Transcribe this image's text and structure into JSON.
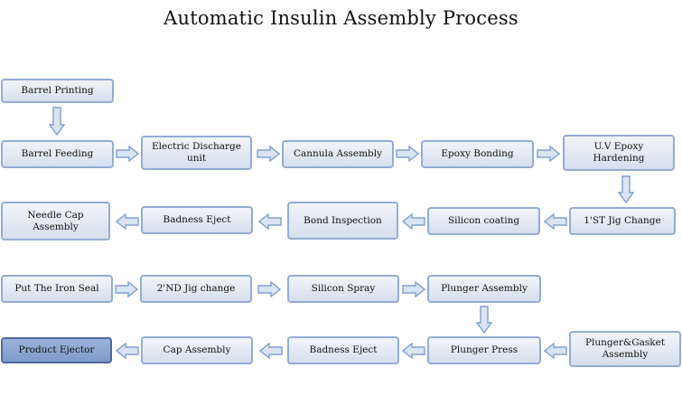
{
  "title": "Automatic Insulin Assembly Process",
  "colors": {
    "box_fill_top": "#f1f5fa",
    "box_fill_bottom": "#d5dfee",
    "box_border": "#93acd3",
    "arrow_fill": "#dae5f3",
    "arrow_stroke": "#7f9fd0",
    "highlight_fill": "#8fa8d6"
  },
  "steps": {
    "barrel_printing": "Barrel Printing",
    "barrel_feeding": "Barrel Feeding",
    "electric_discharge_unit": "Electric Discharge\nunit",
    "cannula_assembly": "Cannula Assembly",
    "epoxy_bonding": "Epoxy Bonding",
    "uv_epoxy_hardening": "U.V Epoxy\nHardening",
    "first_jig_change": "1'ST Jig Change",
    "silicon_coating": "Silicon coating",
    "bond_inspection": "Bond Inspection",
    "badness_eject_1": "Badness Eject",
    "needle_cap_assembly": "Needle Cap\nAssembly",
    "put_iron_seal": "Put The  Iron Seal",
    "second_jig_change": "2'ND Jig change",
    "silicon_spray": "Silicon Spray",
    "plunger_assembly": "Plunger  Assembly",
    "plunger_gasket_assembly": "Plunger&Gasket\nAssembly",
    "plunger_press": "Plunger  Press",
    "badness_eject_2": "Badness Eject",
    "cap_assembly": "Cap Assembly",
    "product_ejector": "Product Ejector"
  }
}
